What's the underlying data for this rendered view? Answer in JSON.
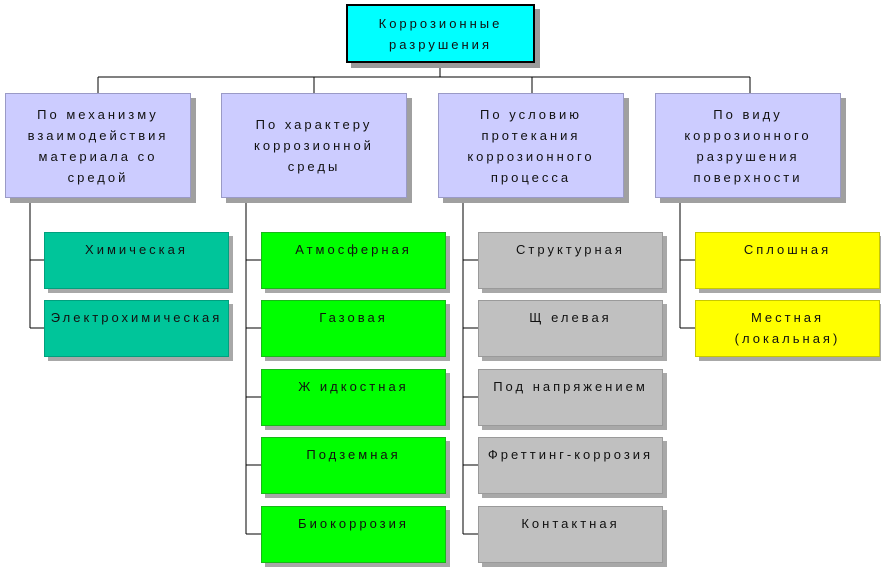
{
  "diagram": {
    "root": {
      "label": "Коррозионные\nразрушения"
    },
    "categories": [
      {
        "label": "По механизму\nвзаимодействия\nматериала со\nсредой",
        "color": "#00c59a",
        "items": [
          "Химическая",
          "Электрохимическая"
        ]
      },
      {
        "label": "По характеру\nкоррозионной\nсреды",
        "color": "#00ff00",
        "items": [
          "Атмосферная",
          "Газовая",
          "Ж идкостная",
          "Подземная",
          "Биокоррозия"
        ]
      },
      {
        "label": "По условию\nпротекания\nкоррозионного\nпроцесса",
        "color": "#c0c0c0",
        "items": [
          "Структурная",
          "Щ елевая",
          "Под напряжением",
          "Фреттинг-коррозия",
          "Контактная"
        ]
      },
      {
        "label": "По виду\nкоррозионного\nразрушения\nповерхности",
        "color": "#ffff00",
        "items": [
          "Сплошная",
          "Местная\n(локальная)"
        ]
      }
    ]
  }
}
